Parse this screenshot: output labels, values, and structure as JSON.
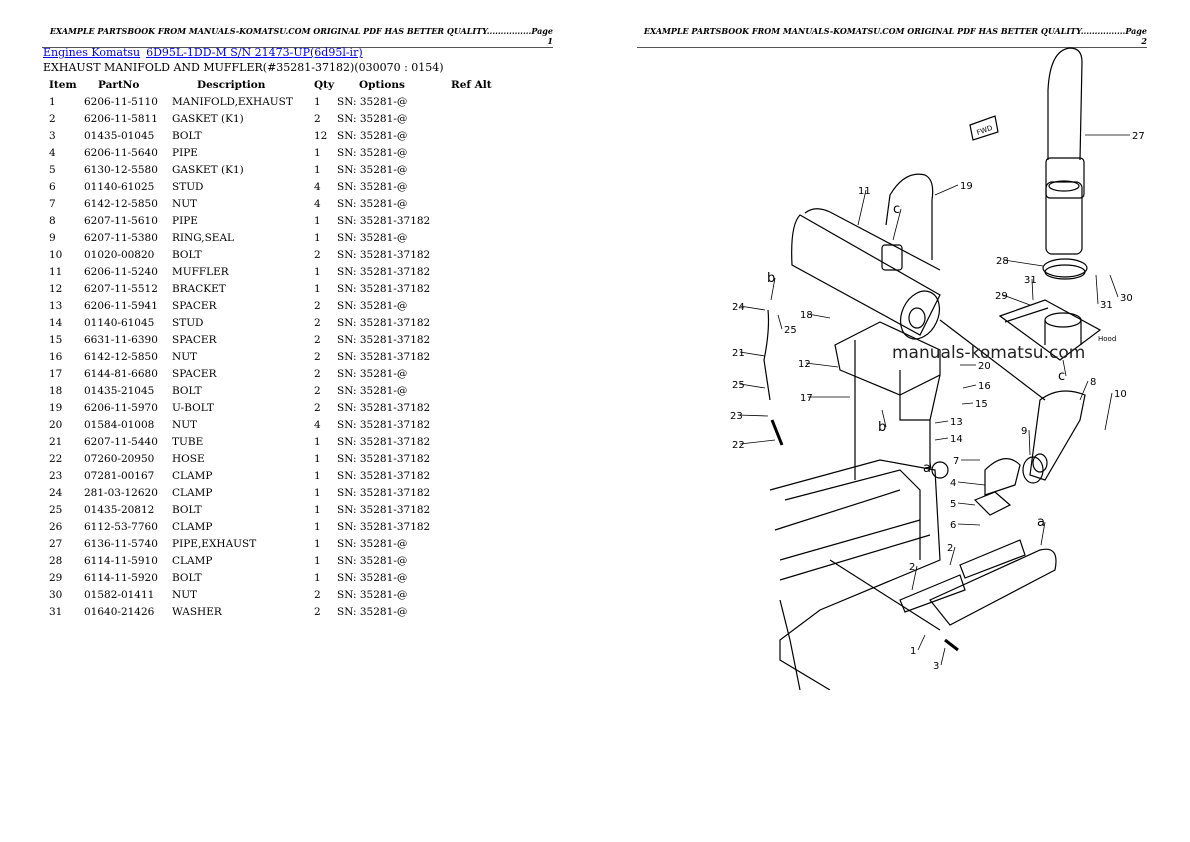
{
  "page_headers": {
    "left": "EXAMPLE PARTSBOOK FROM MANUALS-KOMATSU.COM ORIGINAL PDF HAS BETTER QUALITY................Page 1",
    "right": "EXAMPLE PARTSBOOK FROM MANUALS-KOMATSU.COM ORIGINAL PDF HAS BETTER QUALITY................Page 2"
  },
  "breadcrumb": {
    "links": [
      "Engines Komatsu",
      "6D95L-1DD-M S/N 21473-UP(6d95l-ir)"
    ]
  },
  "subtitle": "EXHAUST MANIFOLD AND MUFFLER(#35281-37182)(030070 : 0154)",
  "table": {
    "headers": [
      "Item",
      "PartNo",
      "Description",
      "Qty",
      "Options",
      "Ref Alt"
    ],
    "rows": [
      [
        "1",
        "6206-11-5110",
        "MANIFOLD,EXHAUST",
        "1",
        "SN: 35281-@"
      ],
      [
        "2",
        "6206-11-5811",
        "GASKET (K1)",
        "2",
        "SN: 35281-@"
      ],
      [
        "3",
        "01435-01045",
        "BOLT",
        "12",
        "SN: 35281-@"
      ],
      [
        "4",
        "6206-11-5640",
        "PIPE",
        "1",
        "SN: 35281-@"
      ],
      [
        "5",
        "6130-12-5580",
        "GASKET (K1)",
        "1",
        "SN: 35281-@"
      ],
      [
        "6",
        "01140-61025",
        "STUD",
        "4",
        "SN: 35281-@"
      ],
      [
        "7",
        "6142-12-5850",
        "NUT",
        "4",
        "SN: 35281-@"
      ],
      [
        "8",
        "6207-11-5610",
        "PIPE",
        "1",
        "SN: 35281-37182"
      ],
      [
        "9",
        "6207-11-5380",
        "RING,SEAL",
        "1",
        "SN: 35281-@"
      ],
      [
        "10",
        "01020-00820",
        "BOLT",
        "2",
        "SN: 35281-37182"
      ],
      [
        "11",
        "6206-11-5240",
        "MUFFLER",
        "1",
        "SN: 35281-37182"
      ],
      [
        "12",
        "6207-11-5512",
        "BRACKET",
        "1",
        "SN: 35281-37182"
      ],
      [
        "13",
        "6206-11-5941",
        "SPACER",
        "2",
        "SN: 35281-@"
      ],
      [
        "14",
        "01140-61045",
        "STUD",
        "2",
        "SN: 35281-37182"
      ],
      [
        "15",
        "6631-11-6390",
        "SPACER",
        "2",
        "SN: 35281-37182"
      ],
      [
        "16",
        "6142-12-5850",
        "NUT",
        "2",
        "SN: 35281-37182"
      ],
      [
        "17",
        "6144-81-6680",
        "SPACER",
        "2",
        "SN: 35281-@"
      ],
      [
        "18",
        "01435-21045",
        "BOLT",
        "2",
        "SN: 35281-@"
      ],
      [
        "19",
        "6206-11-5970",
        "U-BOLT",
        "2",
        "SN: 35281-37182"
      ],
      [
        "20",
        "01584-01008",
        "NUT",
        "4",
        "SN: 35281-37182"
      ],
      [
        "21",
        "6207-11-5440",
        "TUBE",
        "1",
        "SN: 35281-37182"
      ],
      [
        "22",
        "07260-20950",
        "HOSE",
        "1",
        "SN: 35281-37182"
      ],
      [
        "23",
        "07281-00167",
        "CLAMP",
        "1",
        "SN: 35281-37182"
      ],
      [
        "24",
        "281-03-12620",
        "CLAMP",
        "1",
        "SN: 35281-37182"
      ],
      [
        "25",
        "01435-20812",
        "BOLT",
        "1",
        "SN: 35281-37182"
      ],
      [
        "26",
        "6112-53-7760",
        "CLAMP",
        "1",
        "SN: 35281-37182"
      ],
      [
        "27",
        "6136-11-5740",
        "PIPE,EXHAUST",
        "1",
        "SN: 35281-@"
      ],
      [
        "28",
        "6114-11-5910",
        "CLAMP",
        "1",
        "SN: 35281-@"
      ],
      [
        "29",
        "6114-11-5920",
        "BOLT",
        "1",
        "SN: 35281-@"
      ],
      [
        "30",
        "01582-01411",
        "NUT",
        "2",
        "SN: 35281-@"
      ],
      [
        "31",
        "01640-21426",
        "WASHER",
        "2",
        "SN: 35281-@"
      ]
    ]
  },
  "diagram": {
    "watermark": "manuals-komatsu.com",
    "tag_fwd": "FWD",
    "tag_hood": "Hood",
    "callouts": [
      "27",
      "19",
      "11",
      "c",
      "28",
      "31",
      "31",
      "30",
      "29",
      "b",
      "24",
      "25",
      "25",
      "18",
      "21",
      "12",
      "20",
      "16",
      "15",
      "17",
      "8",
      "10",
      "23",
      "13",
      "14",
      "b",
      "9",
      "22",
      "c",
      "7",
      "a",
      "4",
      "5",
      "6",
      "a",
      "2",
      "2",
      "1",
      "3"
    ]
  }
}
